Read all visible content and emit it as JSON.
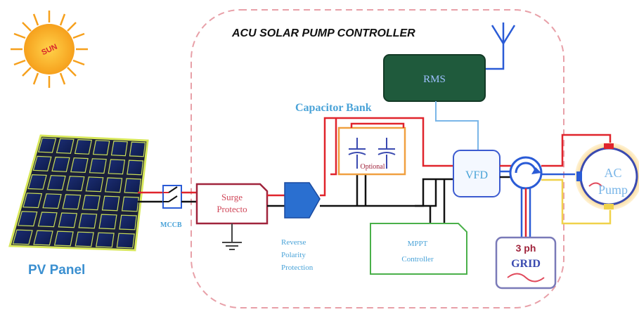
{
  "diagram": {
    "title": "ACU SOLAR PUMP CONTROLLER",
    "sun": {
      "label": "SUN"
    },
    "pv_panel": {
      "label": "PV Panel"
    },
    "mccb": {
      "label": "MCCB"
    },
    "surge": {
      "label_line1": "Surge",
      "label_line2": "Protecto"
    },
    "reverse_polarity": {
      "line1": "Reverse",
      "line2": "Polarity",
      "line3": "Protection"
    },
    "capacitor_bank": {
      "label": "Capacitor Bank",
      "optional": "Optional"
    },
    "rms": {
      "label": "RMS"
    },
    "vfd": {
      "label": "VFD"
    },
    "mppt": {
      "line1": "MPPT",
      "line2": "Controller"
    },
    "grid": {
      "line1": "3 ph",
      "line2": "GRID"
    },
    "ac_pump": {
      "line1": "AC",
      "line2": "Pump"
    }
  },
  "colors": {
    "dashed_border": "#e8a0a8",
    "wire_red": "#e0242c",
    "wire_black": "#111111",
    "wire_blue": "#2a5bd6",
    "wire_yellow": "#f0d24a",
    "rms_fill": "#1f5a3c",
    "label_blue": "#4aa3d8",
    "panel_label": "#3a8fd0",
    "pump_fill": "#ffffff",
    "pump_glow": "#f3c56a"
  }
}
